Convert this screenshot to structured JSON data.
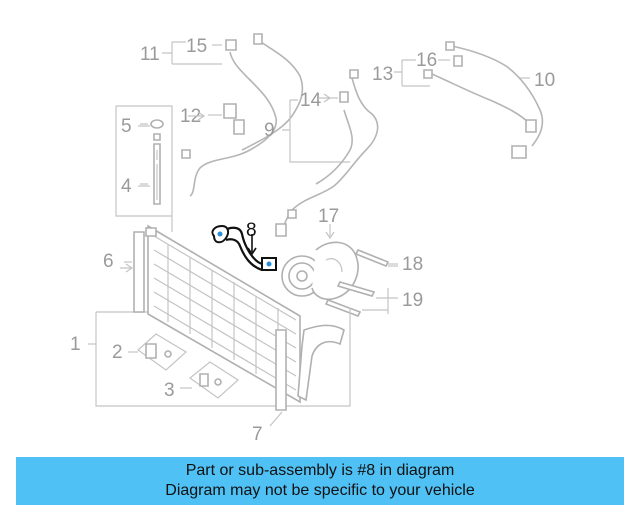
{
  "callouts": {
    "c1": "1",
    "c2": "2",
    "c3": "3",
    "c4": "4",
    "c5": "5",
    "c6": "6",
    "c7": "7",
    "c8": "8",
    "c9": "9",
    "c10": "10",
    "c11": "11",
    "c12": "12",
    "c13": "13",
    "c14": "14",
    "c15": "15",
    "c16": "16",
    "c17": "17",
    "c18": "18",
    "c19": "19"
  },
  "highlighted_part": "8",
  "colors": {
    "banner": "#4fc1f5",
    "highlight": "#111111",
    "part_line": "#b0b0b0",
    "accent_blue": "#2a8fd8"
  },
  "caption": {
    "line1": "Part or sub-assembly is #8 in diagram",
    "line2": "Diagram may not be specific to your vehicle"
  }
}
